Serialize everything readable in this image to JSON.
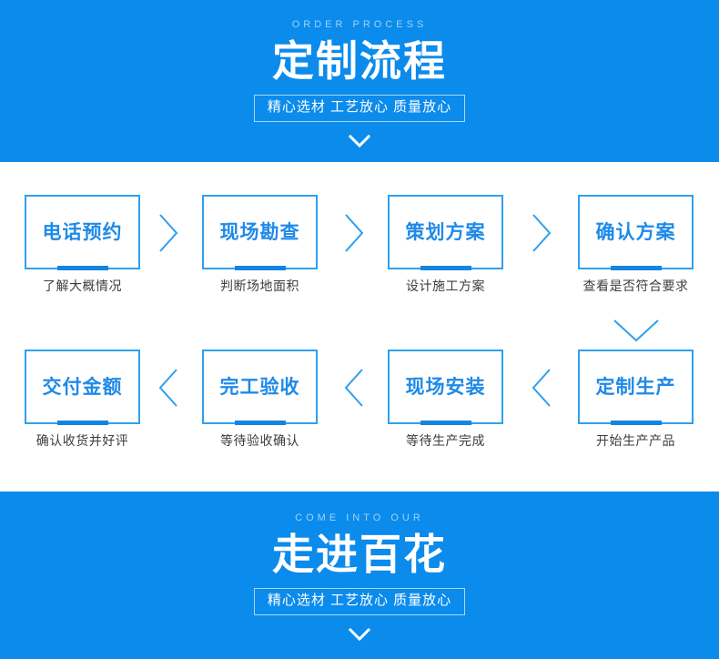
{
  "theme": {
    "banner_bg": "#0b8bec",
    "accent_blue": "#1f8ae8",
    "border_blue": "#2fa0ef",
    "underline_blue": "#1385e0",
    "eyebrow_color": "#9fd3f6",
    "caption_color": "#3d3d3d",
    "page_bg": "#ffffff"
  },
  "banner_top": {
    "eyebrow": "ORDER PROCESS",
    "title": "定制流程",
    "tagline": "精心选材 工艺放心 质量放心",
    "chevron_icon": "chevron-down-icon"
  },
  "banner_bottom": {
    "eyebrow": "COME INTO OUR",
    "title": "走进百花",
    "tagline": "精心选材 工艺放心 质量放心",
    "chevron_icon": "chevron-down-icon"
  },
  "flow": {
    "row_1": {
      "direction": "left-to-right",
      "arrow_icon": "chevron-right-icon",
      "steps": [
        {
          "label": "电话预约",
          "caption": "了解大概情况"
        },
        {
          "label": "现场勘查",
          "caption": "判断场地面积"
        },
        {
          "label": "策划方案",
          "caption": "设计施工方案"
        },
        {
          "label": "确认方案",
          "caption": "查看是否符合要求"
        }
      ]
    },
    "row_connector_icon": "chevron-down-icon",
    "row_2": {
      "direction": "right-to-left",
      "arrow_icon": "chevron-left-icon",
      "steps": [
        {
          "label": "交付金额",
          "caption": "确认收货并好评"
        },
        {
          "label": "完工验收",
          "caption": "等待验收确认"
        },
        {
          "label": "现场安装",
          "caption": "等待生产完成"
        },
        {
          "label": "定制生产",
          "caption": "开始生产产品"
        }
      ]
    }
  }
}
